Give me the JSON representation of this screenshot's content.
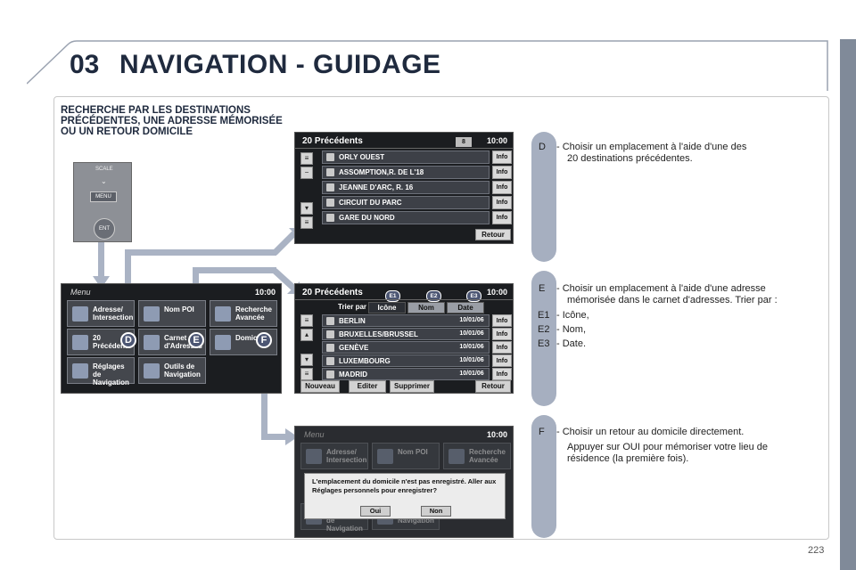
{
  "chapter": {
    "number": "03",
    "title": "NAVIGATION - GUIDAGE"
  },
  "section_heading": "RECHERCHE PAR LES DESTINATIONS PRÉCÉDENTES, UNE ADRESSE MÉMORISÉE OU UN RETOUR DOMICILE",
  "page_number": "223",
  "remote": {
    "scale_label": "SCALE",
    "menu_label": "MENU",
    "ent_label": "ENT"
  },
  "screen_precedents": {
    "title": "20 Précédents",
    "time": "10:00",
    "page": "8",
    "rows": [
      {
        "label": "ORLY OUEST",
        "info": "Info"
      },
      {
        "label": "ASSOMPTION,R. DE L'18",
        "info": "Info"
      },
      {
        "label": "JEANNE D'ARC, R. 16",
        "info": "Info"
      },
      {
        "label": "CIRCUIT DU PARC",
        "info": "Info"
      },
      {
        "label": "GARE DU NORD",
        "info": "Info"
      }
    ],
    "retour": "Retour"
  },
  "screen_menu": {
    "label": "Menu",
    "time": "10:00",
    "tiles": [
      {
        "label": "Adresse/ Intersection"
      },
      {
        "label": "Nom POI"
      },
      {
        "label": "Recherche Avancée"
      },
      {
        "label": "20 Précédents"
      },
      {
        "label": "Carnet d'Adresses"
      },
      {
        "label": "Domicile"
      },
      {
        "label": "Réglages de Navigation"
      },
      {
        "label": "Outils de Navigation"
      }
    ],
    "badges": {
      "d": "D",
      "e": "E",
      "f": "F"
    }
  },
  "screen_sorted": {
    "title": "20 Précédents",
    "time": "10:00",
    "sort_label": "Trier par",
    "sort_tabs": [
      "Icône",
      "Nom",
      "Date"
    ],
    "badges": [
      "E1",
      "E2",
      "E3"
    ],
    "rows": [
      {
        "label": "BERLIN",
        "date": "10/01/06",
        "info": "Info"
      },
      {
        "label": "BRUXELLES/BRUSSEL",
        "date": "10/01/06",
        "info": "Info"
      },
      {
        "label": "GENÈVE",
        "date": "10/01/06",
        "info": "Info"
      },
      {
        "label": "LUXEMBOURG",
        "date": "10/01/06",
        "info": "Info"
      },
      {
        "label": "MADRID",
        "date": "10/01/06",
        "info": "Info"
      }
    ],
    "buttons": {
      "nouveau": "Nouveau",
      "editer": "Editer",
      "supprimer": "Supprimer",
      "retour": "Retour"
    }
  },
  "screen_home": {
    "label": "Menu",
    "time": "10:00",
    "tiles": [
      {
        "label": "Adresse/ Intersection"
      },
      {
        "label": "Nom POI"
      },
      {
        "label": "Recherche Avancée"
      },
      {
        "label": "Réglages de Navigation"
      },
      {
        "label": "Outils de Navigation"
      }
    ],
    "dialog_text": "L'emplacement du domicile n'est pas enregistré. Aller aux Réglages personnels pour enregistrer?",
    "oui": "Oui",
    "non": "Non"
  },
  "descriptions": {
    "d": {
      "letter": "D",
      "text": "- Choisir un emplacement à l'aide d'une des",
      "text2": "20 destinations précédentes."
    },
    "e": {
      "letter": "E",
      "text": "- Choisir un emplacement à l'aide d'une adresse",
      "text2": "mémorisée dans le carnet d'adresses. Trier par :",
      "items": [
        {
          "letter": "E1",
          "text": "- Icône,"
        },
        {
          "letter": "E2",
          "text": "- Nom,"
        },
        {
          "letter": "E3",
          "text": "- Date."
        }
      ]
    },
    "f": {
      "letter": "F",
      "text": "- Choisir un retour au domicile directement.",
      "text2": "Appuyer sur OUI pour mémoriser votre lieu de",
      "text3": "résidence (la première fois)."
    }
  },
  "colors": {
    "title": "#1f2a3e",
    "pill": "#a6afc0",
    "connector": "#aab3c4",
    "badge": "#4c5673",
    "side_bar": "#808a99"
  }
}
